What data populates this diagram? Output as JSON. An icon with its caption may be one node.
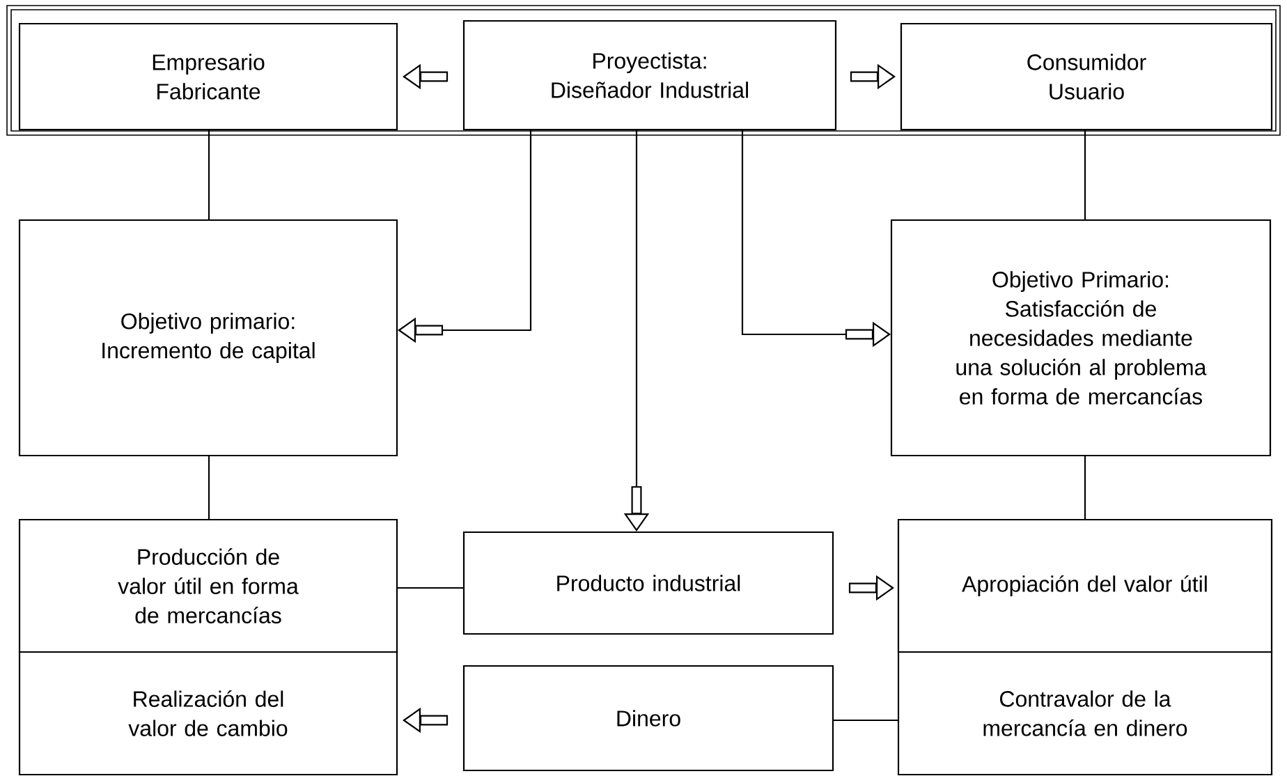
{
  "diagram": {
    "nodes": [
      {
        "text": [],
        "shape": "box"
      },
      {
        "text": [
          "Empresario Fabricante"
        ],
        "in": 0
      },
      {
        "text": [
          "Proyectista:",
          "Diseñador Industrial"
        ],
        "in": 0
      },
      {
        "text": [
          "Consumidor Usuario"
        ],
        "in": 0
      },
      {
        "text": [
          "Objetivo primario:",
          "Incremento de capital"
        ]
      },
      {
        "text": [
          "Objetivo Primario:",
          "Satisfacción de necesidades mediante una solución al problema en forma de mercancías"
        ]
      },
      {
        "text": [
          "Producción de valor útil en forma de mercancías"
        ]
      },
      {
        "text": [
          "Producto industrial"
        ]
      },
      {
        "text": [
          "Apropiación del valor útil"
        ]
      },
      {
        "text": [
          "Realización del valor de cambio"
        ]
      },
      {
        "text": [
          "Dinero"
        ]
      },
      {
        "text": [
          "Contravalor de la mercancía en dinero"
        ]
      }
    ],
    "edges": [
      {
        "from": 2,
        "to": 1,
        "arrow": "to"
      },
      {
        "from": 2,
        "to": 3,
        "arrow": "to"
      },
      {
        "from": 1,
        "to": 4,
        "arrow": "none"
      },
      {
        "from": 3,
        "to": 5,
        "arrow": "none"
      },
      {
        "from": 2,
        "to": 4,
        "arrow": "to"
      },
      {
        "from": 2,
        "to": 5,
        "arrow": "to"
      },
      {
        "from": 2,
        "to": 7,
        "arrow": "to"
      },
      {
        "from": 4,
        "to": 6,
        "arrow": "none"
      },
      {
        "from": 5,
        "to": 8,
        "arrow": "none"
      },
      {
        "from": 6,
        "to": 7,
        "arrow": "none"
      },
      {
        "from": 7,
        "to": 8,
        "arrow": "to"
      },
      {
        "from": 11,
        "to": 10,
        "arrow": "none"
      },
      {
        "from": 10,
        "to": 9,
        "arrow": "to"
      }
    ]
  }
}
